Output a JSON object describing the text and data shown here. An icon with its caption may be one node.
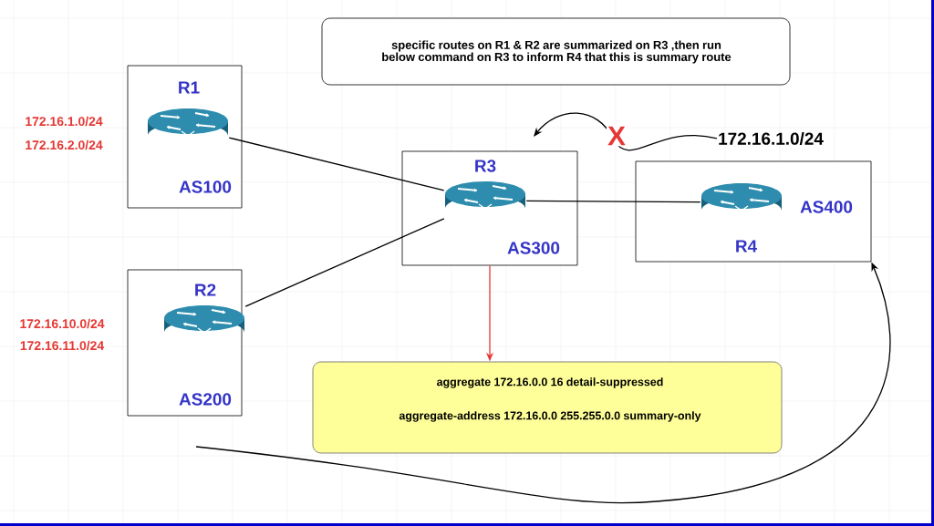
{
  "diagram": {
    "nodes": [
      {
        "text": [
          "specific routes on R1 & R2 are summarized on R3 ,then run below command on R3 to inform R4 that this is summary route"
        ]
      },
      {
        "text": [
          "R1",
          "AS100"
        ],
        "beside": [
          "172.16.1.0/24",
          "172.16.2.0/24"
        ]
      },
      {
        "text": [],
        "shape": "cylinder",
        "in": 1
      },
      {
        "text": [
          "R2",
          "AS200"
        ],
        "beside": [
          "172.16.10.0/24",
          "172.16.11.0/24"
        ]
      },
      {
        "text": [],
        "shape": "cylinder",
        "in": 3
      },
      {
        "text": [
          "R3",
          "AS300"
        ]
      },
      {
        "text": [],
        "shape": "cylinder",
        "in": 5
      },
      {
        "text": [
          "AS400",
          "R4"
        ]
      },
      {
        "text": [],
        "shape": "cylinder",
        "in": 7
      },
      {
        "text": [
          "aggregate 172.16.0.0 16 detail-suppressed",
          "aggregate-address 172.16.0.0 255.255.0.0 summary-only"
        ]
      },
      {
        "text": [
          "172.16.1.0/24"
        ]
      }
    ],
    "edges": [
      {
        "from": 2,
        "to": 6,
        "arrow": "none"
      },
      {
        "from": 4,
        "to": 6,
        "arrow": "none"
      },
      {
        "from": 6,
        "to": 8,
        "arrow": "none"
      },
      {
        "from": 5,
        "to": 9,
        "arrow": "to",
        "color": "#e53935"
      },
      {
        "from": 10,
        "to": null,
        "arrow": "to",
        "label": "X"
      },
      {
        "from": null,
        "to": 7,
        "arrow": "to"
      }
    ]
  }
}
